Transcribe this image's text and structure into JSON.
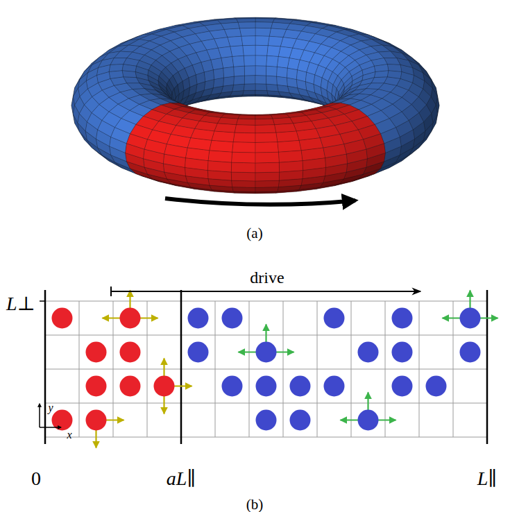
{
  "diagram": {
    "labels": [
      "(a)",
      "drive",
      "L⊥",
      "y",
      "x",
      "0",
      "aL∥",
      "L∥",
      "(b)"
    ]
  }
}
